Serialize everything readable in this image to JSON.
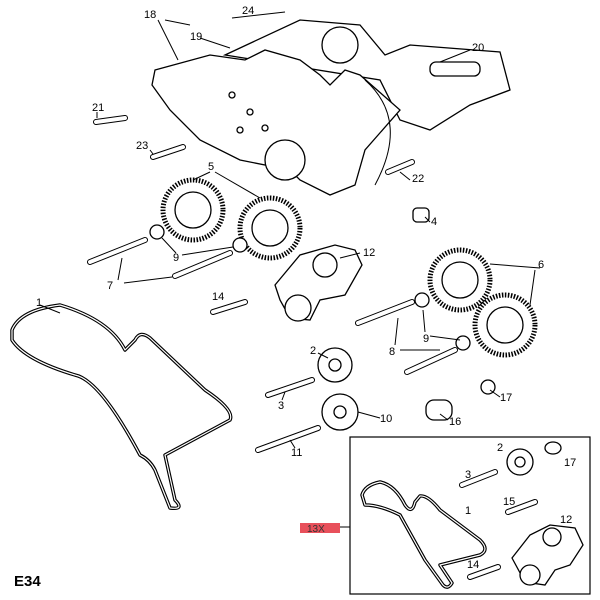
{
  "diagram": {
    "code": "E34",
    "callouts": {
      "c18": "18",
      "c19": "19",
      "c24": "24",
      "c20": "20",
      "c21": "21",
      "c23": "23",
      "c5": "5",
      "c22": "22",
      "c4": "4",
      "c9a": "9",
      "c12": "12",
      "c7": "7",
      "c6": "6",
      "c14": "14",
      "c1": "1",
      "c8": "8",
      "c9b": "9",
      "c2": "2",
      "c3": "3",
      "c17": "17",
      "c10": "10",
      "c16": "16",
      "c11": "11"
    },
    "inset": {
      "tag": "13X",
      "tag_color": "#e8505b",
      "callouts": {
        "c2": "2",
        "c17": "17",
        "c3": "3",
        "c15": "15",
        "c1": "1",
        "c12": "12",
        "c14": "14"
      }
    }
  }
}
